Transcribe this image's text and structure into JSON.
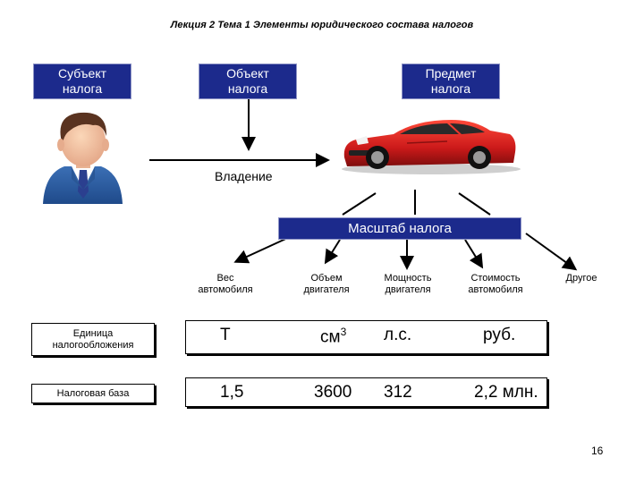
{
  "title": "Лекция 2 Тема 1 Элементы юридического состава налогов",
  "boxes": {
    "subject": "Субъект\nналога",
    "object": "Объект\nналога",
    "item": "Предмет\nналога",
    "scale": "Масштаб налога"
  },
  "possession_label": "Владение",
  "scale_items": [
    "Вес\nавтомобиля",
    "Объем\nдвигателя",
    "Мощность\nдвигателя",
    "Стоимость\nавтомобиля",
    "Другое"
  ],
  "rows": {
    "unit": {
      "label": "Единица\nналогообложения",
      "values": [
        "Т",
        "см",
        "л.с.",
        "руб."
      ],
      "cm_superscript": "3"
    },
    "base": {
      "label": "Налоговая база",
      "values": [
        "1,5",
        "3600",
        "312",
        "2,2 млн."
      ]
    }
  },
  "page_number": "16",
  "colors": {
    "box_blue": "#1c2a8c",
    "car_red": "#cc1a1a"
  },
  "icons": [
    "businessman-icon",
    "red-sports-car-icon"
  ]
}
